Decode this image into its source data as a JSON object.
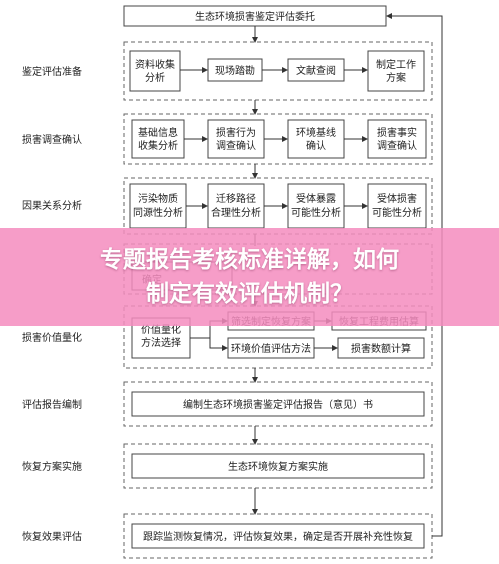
{
  "title": "生态环境损害鉴定评估委托",
  "stages": [
    {
      "label": "鉴定评估准备",
      "nodes": [
        [
          "资料收集",
          "分析"
        ],
        [
          "现场踏勘"
        ],
        [
          "文献查阅"
        ],
        [
          "制定工作",
          "方案"
        ]
      ]
    },
    {
      "label": "损害调查确认",
      "nodes": [
        [
          "基础信息",
          "收集分析"
        ],
        [
          "损害行为",
          "调查确认"
        ],
        [
          "环境基线",
          "确认"
        ],
        [
          "损害事实",
          "调查确认"
        ]
      ]
    },
    {
      "label": "因果关系分析",
      "nodes": [
        [
          "污染物质",
          "同源性分析"
        ],
        [
          "迁移路径",
          "合理性分析"
        ],
        [
          "受体暴露",
          "可能性分析"
        ],
        [
          "受体损害",
          "可能性分析"
        ]
      ]
    },
    {
      "label": "",
      "nodes": [
        [
          "确定"
        ]
      ]
    },
    {
      "label": "损害价值量化",
      "nodes": [
        [
          "价值量化",
          "方法选择"
        ],
        [
          "筛选制定恢复方案"
        ],
        [
          "恢复工程费用估算"
        ],
        [
          "环境价值评估方法"
        ],
        [
          "损害数额计算"
        ]
      ]
    },
    {
      "label": "评估报告编制",
      "nodes": [
        [
          "编制生态环境损害鉴定评估报告（意见）书"
        ]
      ]
    },
    {
      "label": "恢复方案实施",
      "nodes": [
        [
          "生态环境恢复方案实施"
        ]
      ]
    },
    {
      "label": "恢复效果评估",
      "nodes": [
        [
          "跟踪监测恢复情况，评估恢复效果，确定是否开展补充性恢复"
        ]
      ]
    }
  ],
  "banner": {
    "line1": "专题报告考核标准详解，如何",
    "line2": "制定有效评估机制？"
  },
  "colors": {
    "banner": "#f48cbe",
    "banner_text": "#ffffff",
    "box_stroke": "#444444"
  }
}
